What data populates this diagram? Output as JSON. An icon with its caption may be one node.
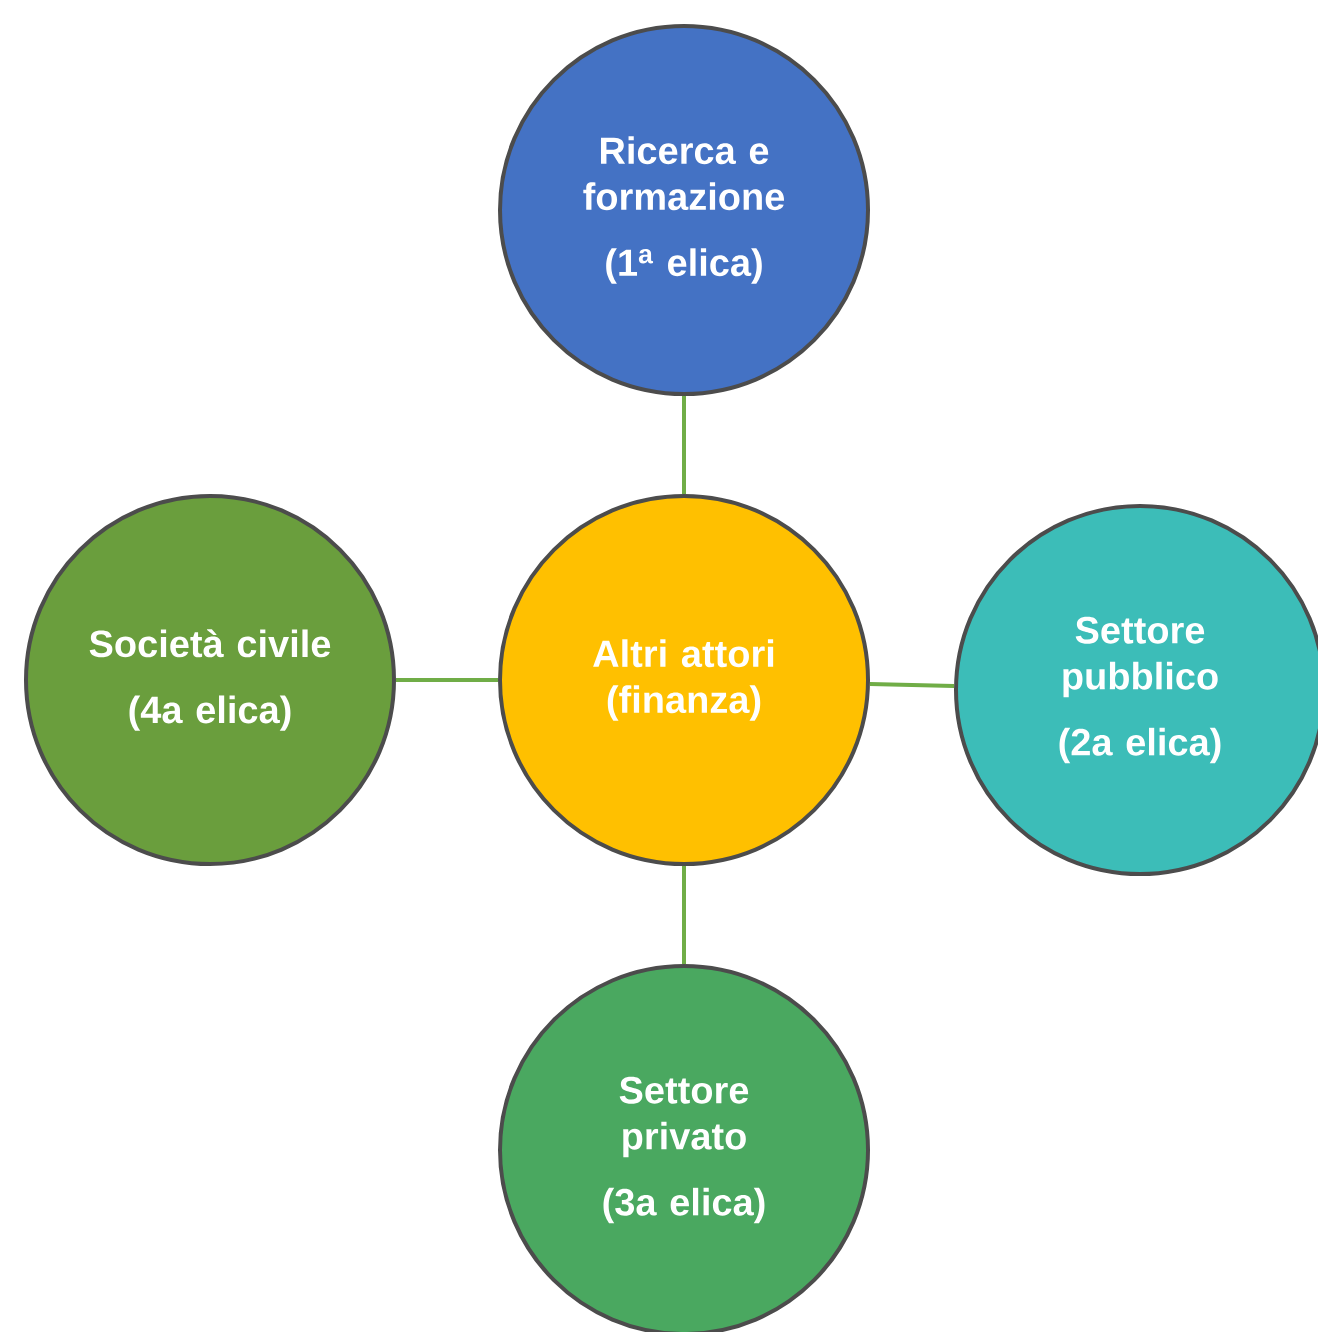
{
  "diagram": {
    "nodes": [
      {
        "text": [
          "Ricerca e formazione",
          "(1$^{a}$ elica)"
        ]
      },
      {
        "text": [
          "Società civile",
          "(4a elica)"
        ]
      },
      {
        "text": [
          "Altri attori (finanza)"
        ]
      },
      {
        "text": [
          "Settore pubblico",
          "(2a elica)"
        ]
      },
      {
        "text": [
          "Settore privato",
          "(3a elica)"
        ]
      }
    ],
    "edges": [
      {
        "from": 2,
        "to": 0,
        "arrow": "none"
      },
      {
        "from": 2,
        "to": 1,
        "arrow": "none"
      },
      {
        "from": 2,
        "to": 3,
        "arrow": "none"
      },
      {
        "from": 2,
        "to": 4,
        "arrow": "none"
      }
    ]
  }
}
